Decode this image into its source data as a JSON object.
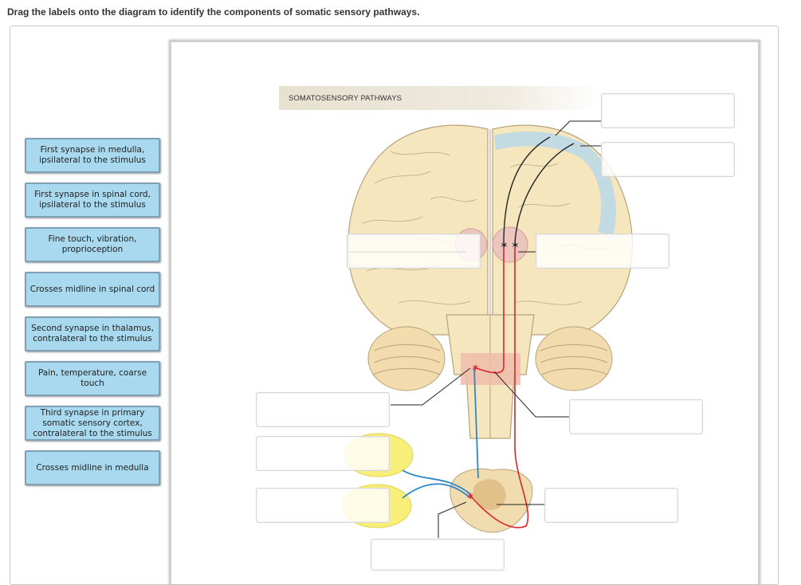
{
  "instruction": "Drag the labels onto the diagram to identify the components of somatic sensory pathways.",
  "diagram": {
    "title": "SOMATOSENSORY PATHWAYS"
  },
  "labels": [
    "First synapse in medulla, ipsilateral to the stimulus",
    "First synapse in spinal cord, ipsilateral to the stimulus",
    "Fine touch, vibration, proprioception",
    "Crosses midline in spinal cord",
    "Second synapse in thalamus, contralateral to the stimulus",
    "Pain, temperature, coarse touch",
    "Third synapse in primary somatic sensory cortex, contralateral to the stimulus",
    "Crosses midline in medulla"
  ],
  "colors": {
    "chip_fill": "#a9d9ee",
    "chip_border": "#7f9fb4",
    "brain": "#f6e6bd",
    "brain_outline": "#b7a27c",
    "cortex_highlight": "#b9d7e8",
    "blue_pathway": "#2f86c6",
    "red_pathway": "#d9262b",
    "receptor": "#f8ef7a"
  },
  "icons": [
    "neuron-star-icon",
    "arrow-head-icon"
  ]
}
